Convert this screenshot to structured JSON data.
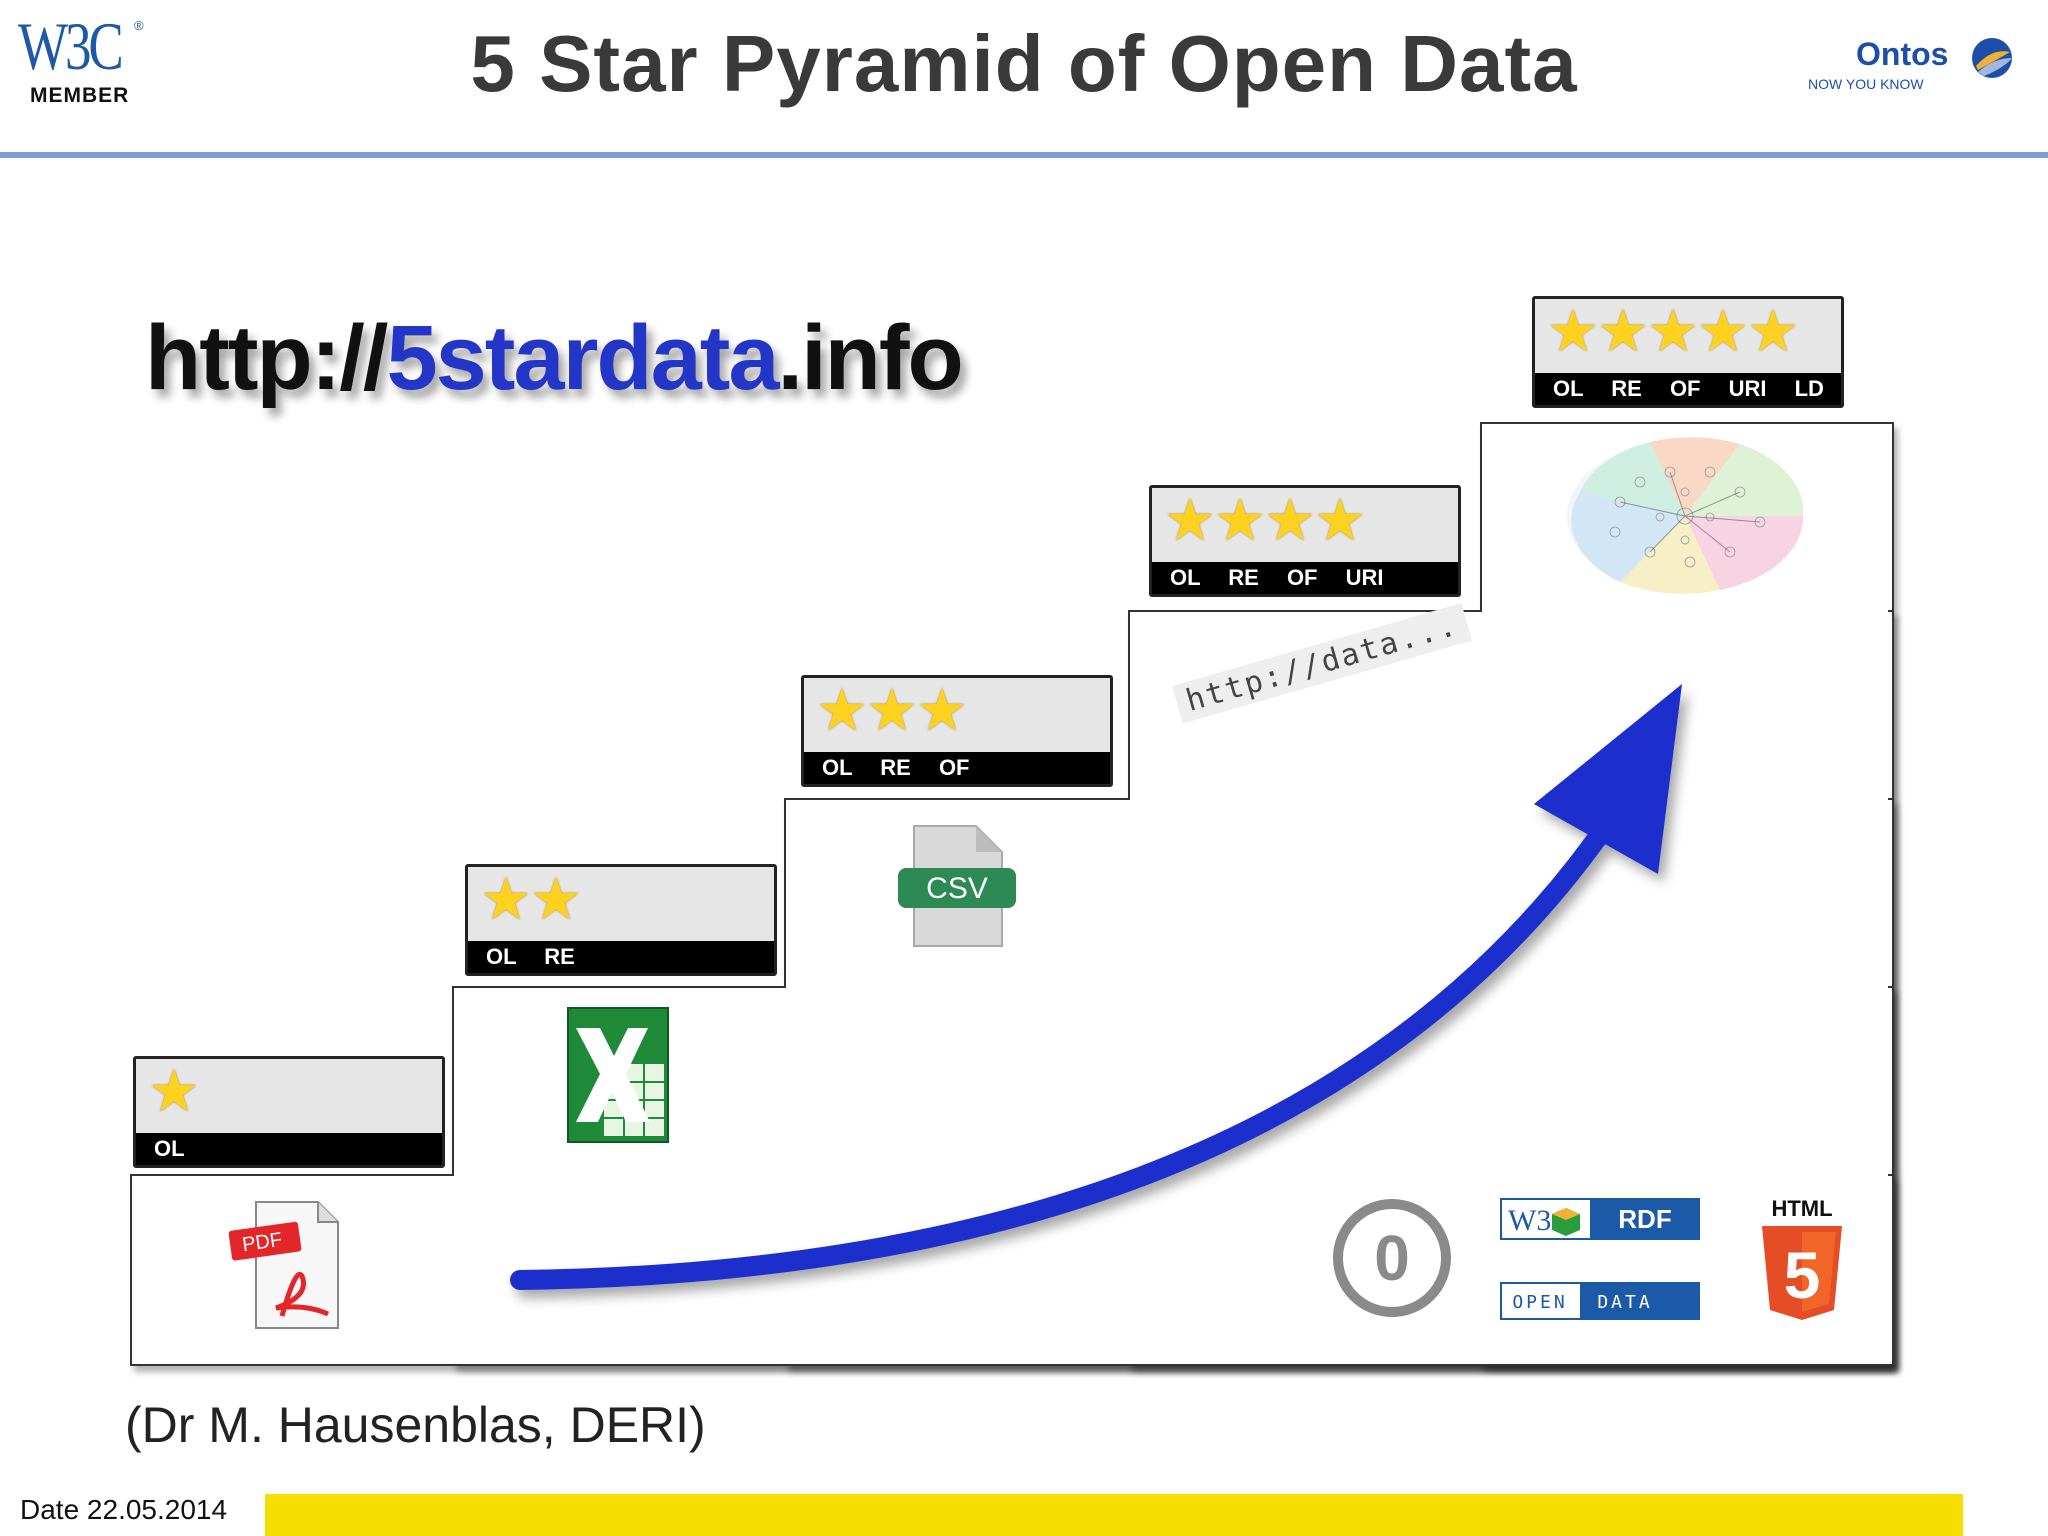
{
  "header": {
    "w3c_logo_text": "W3C",
    "w3c_registered": "®",
    "w3c_member": "MEMBER",
    "title": "5 Star Pyramid of Open Data",
    "ontos_name": "Ontos",
    "ontos_tagline": "NOW YOU KNOW",
    "rule_color": "#7b9fcf"
  },
  "url": {
    "prefix": "http://",
    "highlight": "5stardata",
    "suffix": ".info",
    "highlight_color": "#2436c8"
  },
  "levels": [
    {
      "stars": "★",
      "labels": "OL",
      "icon": "pdf-icon"
    },
    {
      "stars": "★★",
      "labels": "OL RE",
      "icon": "excel-icon"
    },
    {
      "stars": "★★★",
      "labels": "OL RE OF",
      "icon": "csv-icon"
    },
    {
      "stars": "★★★★",
      "labels": "OL RE OF URI",
      "icon": "uri-text"
    },
    {
      "stars": "★★★★★",
      "labels": "OL RE OF URI LD",
      "icon": "lod-cloud-icon"
    }
  ],
  "icons": {
    "pdf_label": "PDF",
    "csv_label": "CSV",
    "uri_text": "http://data...",
    "w3c_rdf_w3c": "W3C",
    "w3c_rdf_label": "RDF",
    "open_data_open": "OPEN",
    "open_data_data": "DATA",
    "html5_label": "HTML",
    "html5_number": "5",
    "cc_zero": "0"
  },
  "arrow_color": "#1a2fcc",
  "footer": {
    "credit": "(Dr M. Hausenblas, DERI)",
    "date": "Date 22.05.2014",
    "bar_color": "#f6df00"
  }
}
